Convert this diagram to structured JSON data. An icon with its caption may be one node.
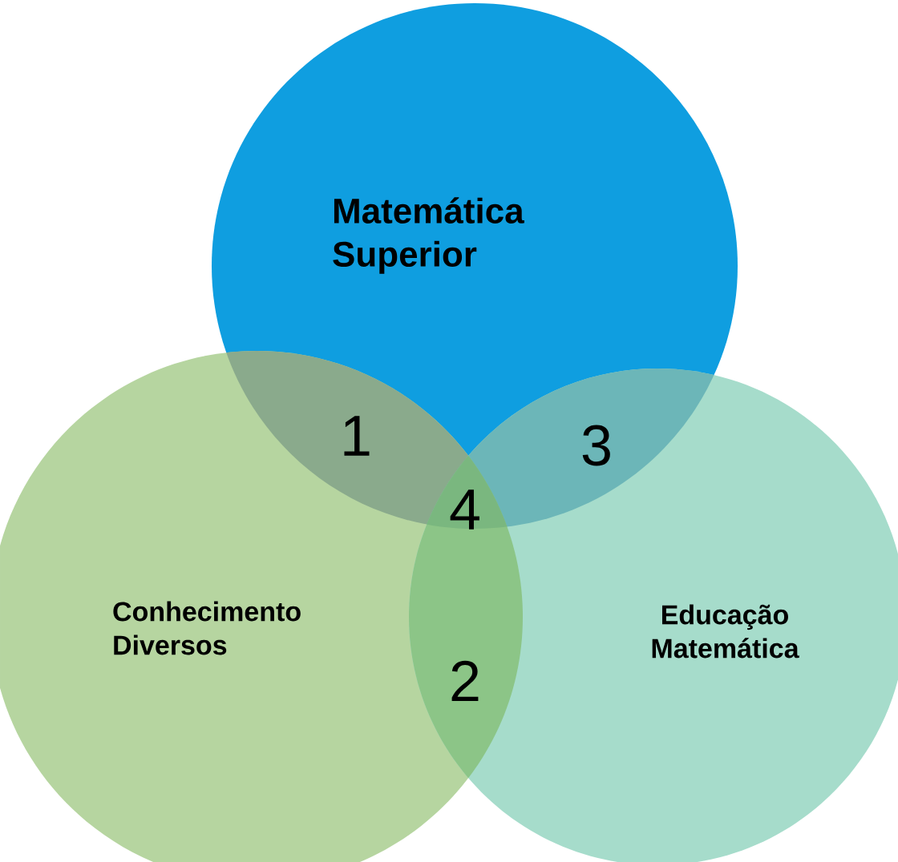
{
  "diagram": {
    "nodes": [
      {
        "text": [
          "Matemática Superior"
        ]
      },
      {
        "text": [
          "Conhecimento Diversos"
        ]
      },
      {
        "text": [
          "Educação Matemática"
        ]
      }
    ],
    "labels": [
      "1",
      "3",
      "4",
      "2"
    ]
  }
}
